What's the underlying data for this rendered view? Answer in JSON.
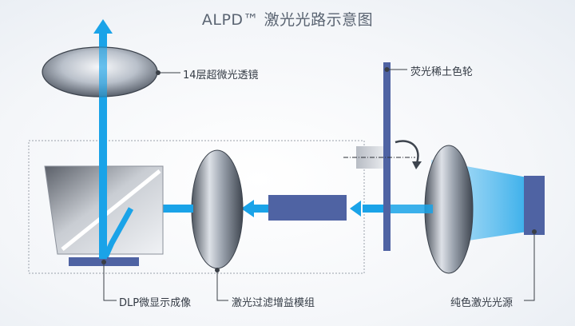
{
  "title": "ALPD™ 激光光路示意图",
  "labels": {
    "lens14": "14层超微光透镜",
    "phosphor_wheel": "荧光稀土色轮",
    "dlp": "DLP微显示成像",
    "filter_module": "激光过滤增益模组",
    "laser_source": "纯色激光光源"
  },
  "colors": {
    "beam": "#1aa3e8",
    "component": "#4f63a3",
    "dot": "#3a3f46",
    "leader": "#3a3f46"
  },
  "icons": {
    "wheel_rotation": "curved-arrow-icon"
  }
}
